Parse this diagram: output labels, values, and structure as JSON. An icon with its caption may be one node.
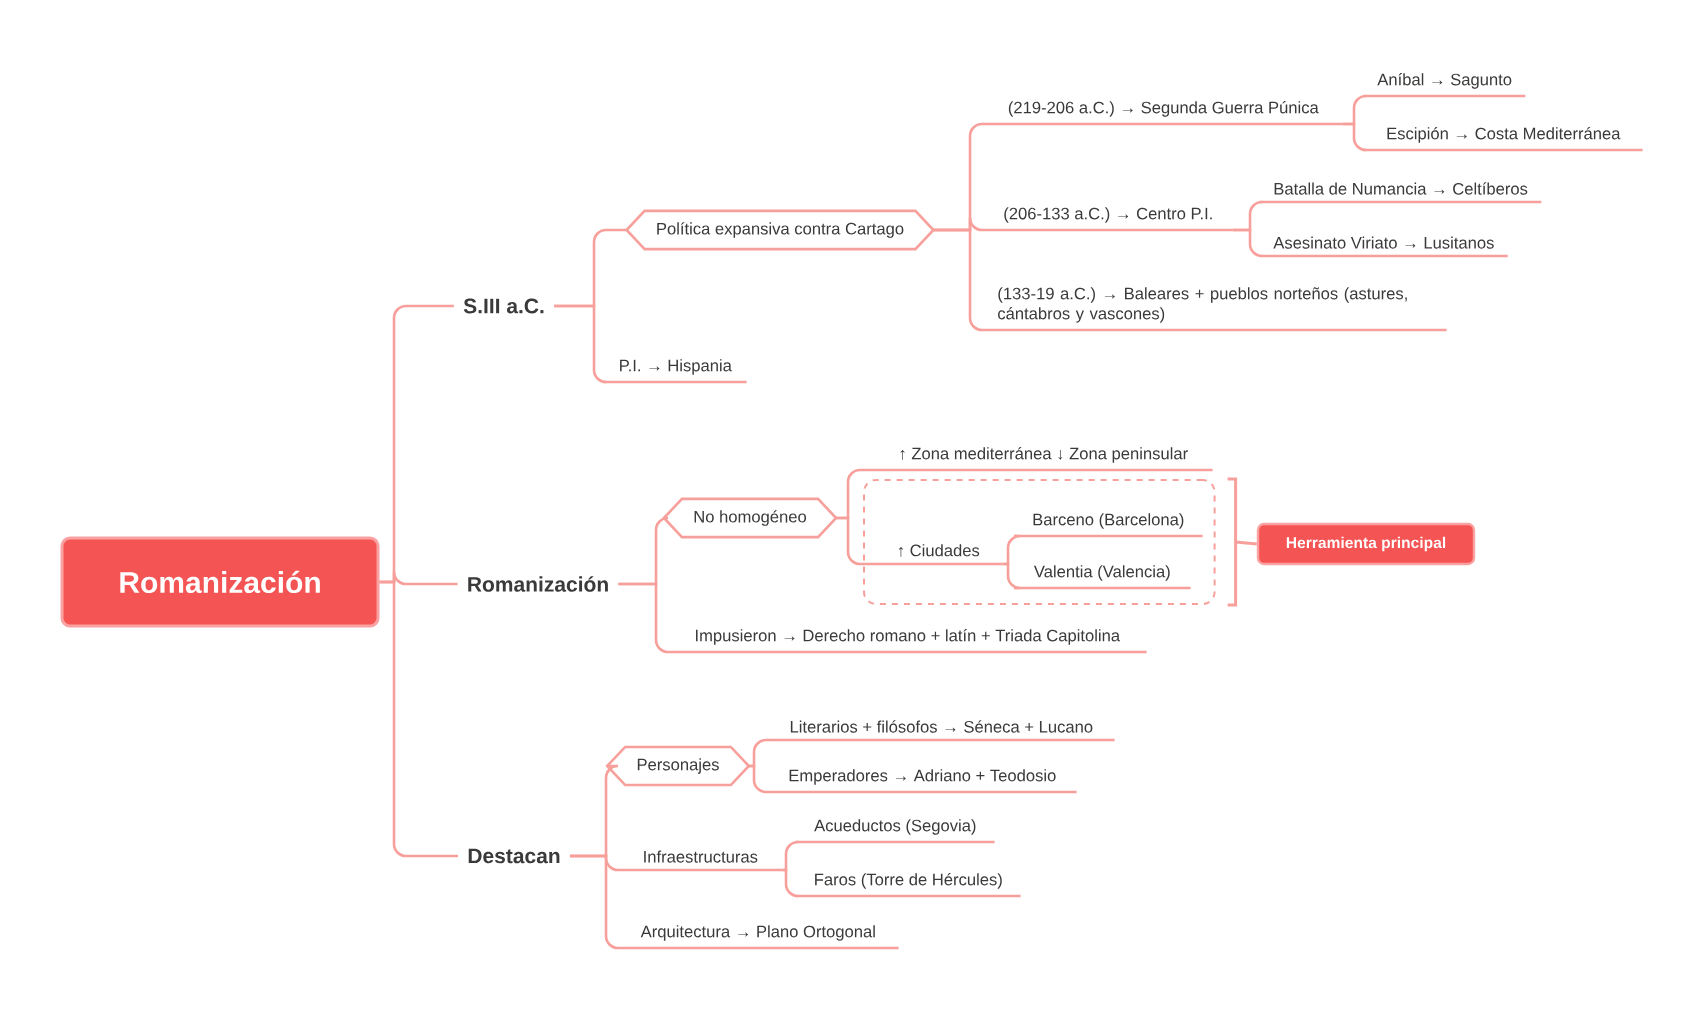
{
  "diagram": {
    "nodes": [
      {
        "text": [
          "Romanización"
        ]
      },
      {
        "text": [
          "S.III a.C."
        ]
      },
      {
        "text": [
          "Política expansiva contra Cartago"
        ]
      },
      {
        "text": [
          "(219-206 a.C.) → Segunda Guerra Púnica"
        ]
      },
      {
        "text": [
          "Aníbal → Sagunto"
        ]
      },
      {
        "text": [
          "Escipión → Costa Mediterránea"
        ]
      },
      {
        "text": [
          "(206-133 a.C.) → Centro P.I."
        ]
      },
      {
        "text": [
          "Batalla de Numancia → Celtíberos"
        ]
      },
      {
        "text": [
          "Asesinato Viriato → Lusitanos"
        ]
      },
      {
        "text": [
          "(133-19 a.C.) → Baleares + pueblos norteños (astures, cántabros y vascones)"
        ]
      },
      {
        "text": [
          "P.I. → Hispania"
        ]
      },
      {
        "text": [
          "Romanización"
        ]
      },
      {
        "text": [
          "No homogéneo"
        ]
      },
      {
        "text": [
          "↑ Zona mediterránea ↓ Zona peninsular"
        ]
      },
      {
        "text": [],
        "shape": "box"
      },
      {
        "text": [
          "↑ Ciudades"
        ],
        "in": 14
      },
      {
        "text": [
          "Barceno (Barcelona)"
        ],
        "in": 14
      },
      {
        "text": [
          "Valentia (Valencia)"
        ],
        "in": 14
      },
      {
        "text": [
          "Herramienta principal"
        ]
      },
      {
        "text": [
          "Impusieron → Derecho romano + latín + Triada Capitolina"
        ]
      },
      {
        "text": [
          "Destacan"
        ]
      },
      {
        "text": [
          "Personajes"
        ]
      },
      {
        "text": [
          "Literarios + filósofos → Séneca + Lucano"
        ]
      },
      {
        "text": [
          "Emperadores → Adriano + Teodosio"
        ]
      },
      {
        "text": [
          "Infraestructuras"
        ]
      },
      {
        "text": [
          "Acueductos (Segovia)"
        ]
      },
      {
        "text": [
          "Faros (Torre de Hércules)"
        ]
      },
      {
        "text": [
          "Arquitectura → Plano Ortogonal"
        ]
      }
    ],
    "edges": [
      {
        "from": 0,
        "to": 1,
        "arrow": "none"
      },
      {
        "from": 0,
        "to": 11,
        "arrow": "none"
      },
      {
        "from": 0,
        "to": 20,
        "arrow": "none"
      },
      {
        "from": 1,
        "to": 2,
        "arrow": "none"
      },
      {
        "from": 1,
        "to": 10,
        "arrow": "none"
      },
      {
        "from": 2,
        "to": 3,
        "arrow": "none"
      },
      {
        "from": 2,
        "to": 6,
        "arrow": "none"
      },
      {
        "from": 2,
        "to": 9,
        "arrow": "none"
      },
      {
        "from": 3,
        "to": 4,
        "arrow": "none"
      },
      {
        "from": 3,
        "to": 5,
        "arrow": "none"
      },
      {
        "from": 6,
        "to": 7,
        "arrow": "none"
      },
      {
        "from": 6,
        "to": 8,
        "arrow": "none"
      },
      {
        "from": 11,
        "to": 12,
        "arrow": "none"
      },
      {
        "from": 11,
        "to": 19,
        "arrow": "none"
      },
      {
        "from": 12,
        "to": 13,
        "arrow": "none"
      },
      {
        "from": 12,
        "to": 15,
        "arrow": "none"
      },
      {
        "from": 15,
        "to": 16,
        "arrow": "none"
      },
      {
        "from": 15,
        "to": 17,
        "arrow": "none"
      },
      {
        "from": 14,
        "to": 18,
        "arrow": "none"
      },
      {
        "from": 20,
        "to": 21,
        "arrow": "none"
      },
      {
        "from": 20,
        "to": 24,
        "arrow": "none"
      },
      {
        "from": 20,
        "to": 27,
        "arrow": "none"
      },
      {
        "from": 21,
        "to": 22,
        "arrow": "none"
      },
      {
        "from": 21,
        "to": 23,
        "arrow": "none"
      },
      {
        "from": 24,
        "to": 25,
        "arrow": "none"
      },
      {
        "from": 24,
        "to": 26,
        "arrow": "none"
      }
    ]
  }
}
